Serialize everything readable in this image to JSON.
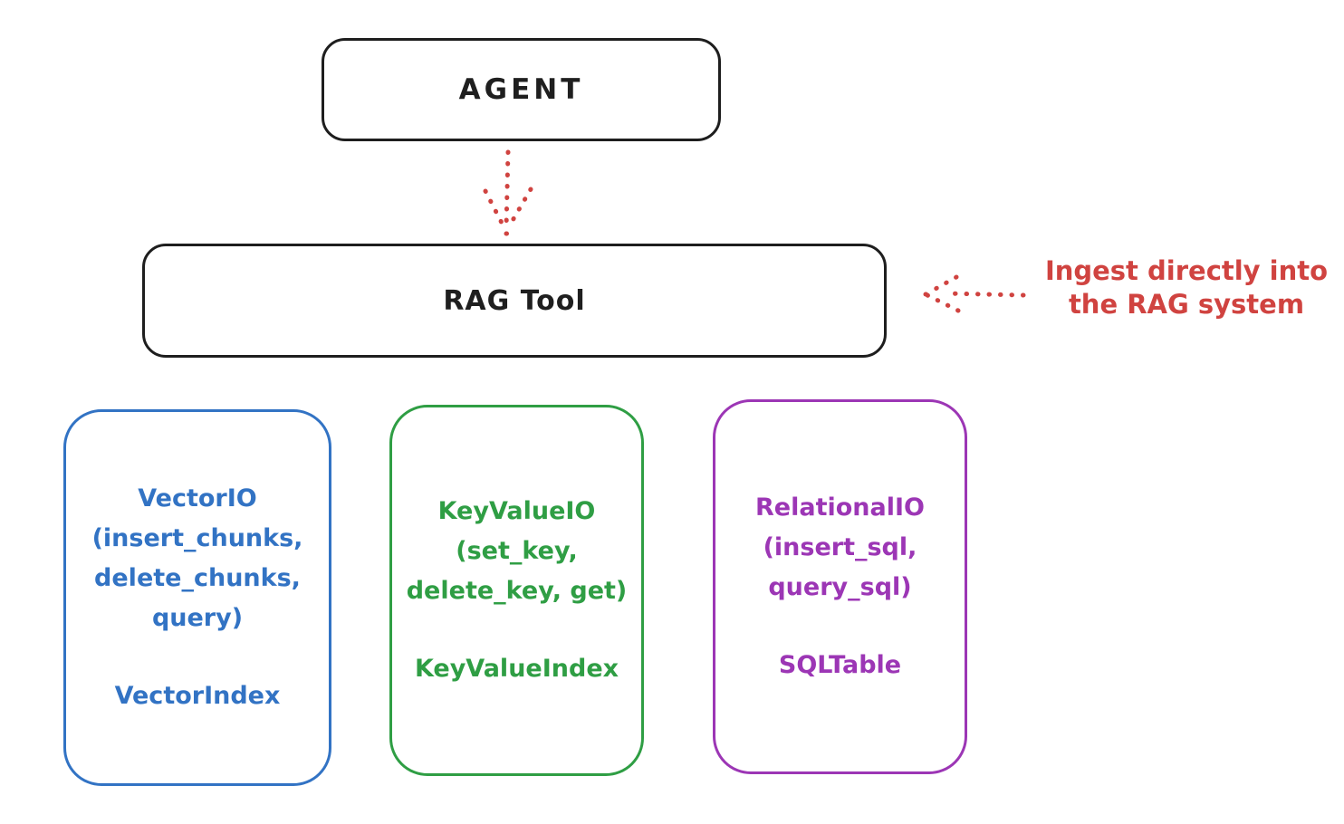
{
  "colors": {
    "ink": "#1e1e1e",
    "red": "#d04340",
    "blue": "#3273c4",
    "green": "#2f9e44",
    "purple": "#9c36b5",
    "background": "#ffffff"
  },
  "agent_box": {
    "label": "AGENT"
  },
  "rag_tool_box": {
    "label": "RAG Tool"
  },
  "ingest_annotation": {
    "text": "Ingest directly into\nthe RAG system"
  },
  "io_boxes": [
    {
      "name": "vector-io",
      "methods": "VectorIO\n(insert_chunks,\ndelete_chunks,\nquery)",
      "index": "VectorIndex",
      "color": "#3273c4"
    },
    {
      "name": "keyvalue-io",
      "methods": "KeyValueIO\n(set_key,\ndelete_key, get)",
      "index": "KeyValueIndex",
      "color": "#2f9e44"
    },
    {
      "name": "relational-io",
      "methods": "RelationalIO\n(insert_sql,\nquery_sql)",
      "index": "SQLTable",
      "color": "#9c36b5"
    }
  ]
}
